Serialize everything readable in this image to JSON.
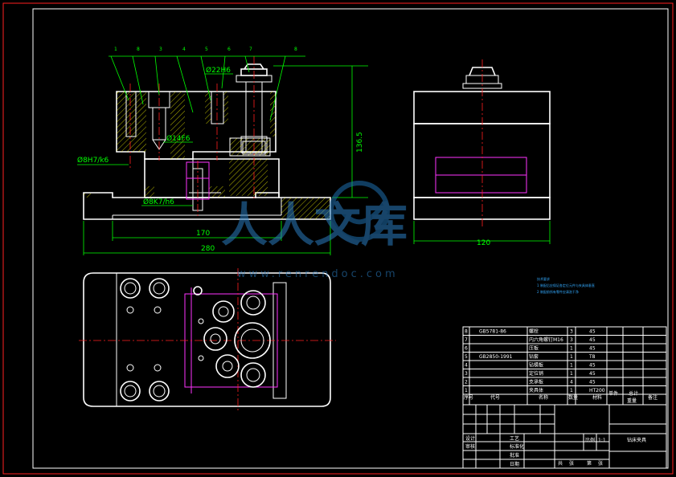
{
  "dimensions": {
    "fit_top": "Ø22H6",
    "fit_mid": "Ø14F6",
    "fit_left": "Ø8H7/k6",
    "fit_bottom": "Ø8K7/h6",
    "height": "136.5",
    "inner_length": "170",
    "overall_length": "280",
    "side_width": "120"
  },
  "balloons": [
    "1",
    "8",
    "3",
    "4",
    "5",
    "6",
    "7",
    "8"
  ],
  "tech_notes": {
    "title": "技术要求",
    "lines": [
      "1 装配后应保证各定位元件与夹具体垂直",
      "2 装配前所有零件应清洗干净"
    ]
  },
  "bom_rows": [
    {
      "no": "8",
      "code": "GB5781-86",
      "name": "螺栓",
      "qty": "3",
      "mat": "45"
    },
    {
      "no": "7",
      "code": "",
      "name": "内六角螺钉M16",
      "qty": "3",
      "mat": "45"
    },
    {
      "no": "6",
      "code": "",
      "name": "压板",
      "qty": "1",
      "mat": "45"
    },
    {
      "no": "5",
      "code": "GB2850-1991",
      "name": "钻套",
      "qty": "1",
      "mat": "T8"
    },
    {
      "no": "4",
      "code": "",
      "name": "钻模板",
      "qty": "1",
      "mat": "45"
    },
    {
      "no": "3",
      "code": "",
      "name": "定位销",
      "qty": "1",
      "mat": "45"
    },
    {
      "no": "2",
      "code": "",
      "name": "支承板",
      "qty": "4",
      "mat": "45"
    },
    {
      "no": "1",
      "code": "",
      "name": "夹具体",
      "qty": "1",
      "mat": "HT200"
    }
  ],
  "bom_header": {
    "no": "序号",
    "code": "代号",
    "name": "名称",
    "qty": "数量",
    "mat": "材料",
    "w1": "单件",
    "w2": "总计",
    "weight": "重量",
    "note": "备注"
  },
  "title_block": {
    "drawing_title": "钻床夹具",
    "labels": [
      "设计",
      "审核",
      "工艺",
      "标准化",
      "批准",
      "日期"
    ],
    "scale_label": "比例",
    "scale": "1:1",
    "footer": [
      "共",
      "张",
      "第",
      "张"
    ]
  },
  "watermark": {
    "text": "人人文库",
    "url": "www.renrendoc.com"
  },
  "colors": {
    "background": "#000000",
    "outline": "#ffffff",
    "centerline": "#ff2020",
    "dimension": "#00ff00",
    "hatch": "#ffff00",
    "hidden": "#ff33ff"
  }
}
